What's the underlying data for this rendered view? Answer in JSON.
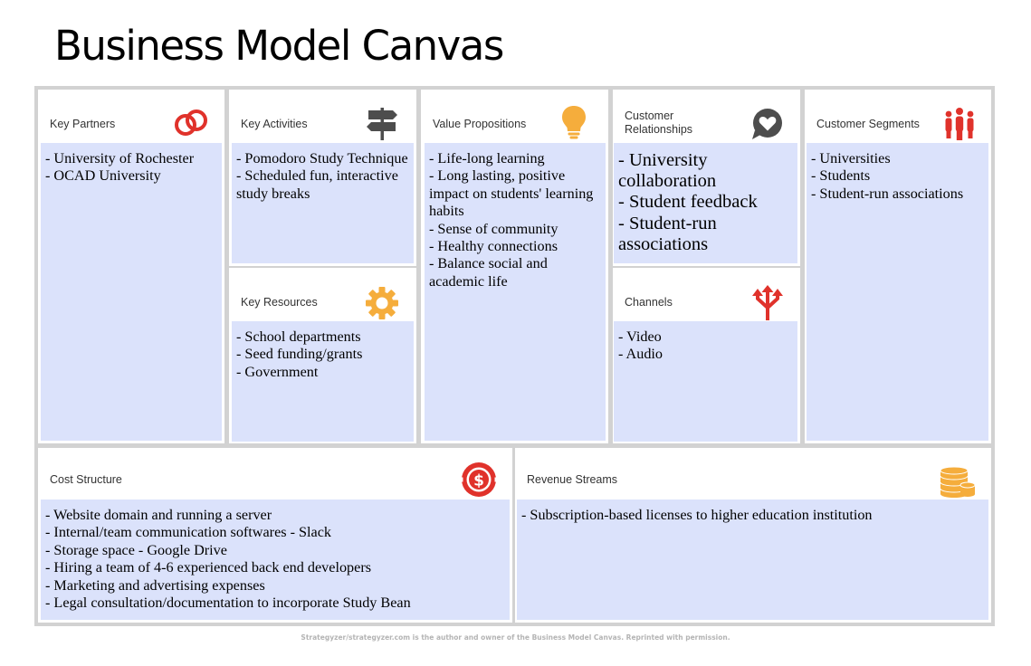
{
  "title": "Business Model Canvas",
  "sections": {
    "key_partners": {
      "label": "Key Partners",
      "icon": "linked-rings-icon",
      "items": [
        "- University of Rochester",
        "- OCAD University"
      ]
    },
    "key_activities": {
      "label": "Key Activities",
      "icon": "signpost-icon",
      "items": [
        "- Pomodoro Study Technique",
        "- Scheduled fun, interactive study breaks"
      ]
    },
    "key_resources": {
      "label": "Key Resources",
      "icon": "gear-icon",
      "items": [
        "- School departments",
        "- Seed funding/grants",
        "- Government"
      ]
    },
    "value_propositions": {
      "label": "Value Propositions",
      "icon": "lightbulb-icon",
      "items": [
        "- Life-long learning",
        "- Long lasting, positive impact on students' learning habits",
        "- Sense of community",
        "- Healthy connections",
        "- Balance social and academic life"
      ]
    },
    "customer_relationships": {
      "label_line1": "Customer",
      "label_line2": "Relationships",
      "icon": "heart-chat-icon",
      "items": [
        "- University collaboration",
        "- Student feedback",
        "- Student-run associations"
      ]
    },
    "channels": {
      "label": "Channels",
      "icon": "split-arrows-icon",
      "items": [
        "- Video",
        "- Audio"
      ]
    },
    "customer_segments": {
      "label": "Customer Segments",
      "icon": "people-icon",
      "items": [
        "- Universities",
        "- Students",
        "- Student-run associations"
      ]
    },
    "cost_structure": {
      "label": "Cost Structure",
      "icon": "dollar-badge-icon",
      "items": [
        "- Website domain and running a server",
        "- Internal/team communication softwares - Slack",
        "- Storage space - Google Drive",
        "- Hiring a team of 4-6 experienced back end developers",
        "- Marketing and advertising expenses",
        "- Legal consultation/documentation to incorporate Study Bean"
      ]
    },
    "revenue_streams": {
      "label": "Revenue Streams",
      "icon": "coin-stack-icon",
      "items": [
        "- Subscription-based licenses to higher education institution"
      ]
    }
  },
  "colors": {
    "red": "#e0322b",
    "orange": "#f5ad3c",
    "dark_gray": "#4d4d4d",
    "content_bg": "#dbe2fb",
    "border": "#d2d2d2"
  },
  "footer": "Strategyzer/strategyzer.com is the author and owner of the Business Model Canvas. Reprinted with permission."
}
